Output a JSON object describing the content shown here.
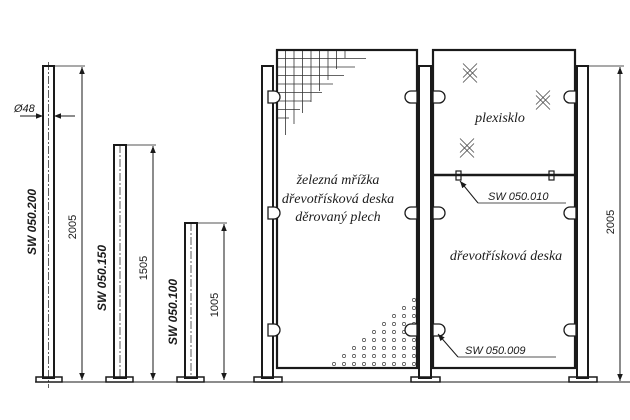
{
  "posts": [
    {
      "code": "SW 050.200",
      "height": "2005"
    },
    {
      "code": "SW 050.150",
      "height": "1505"
    },
    {
      "code": "SW 050.100",
      "height": "1005"
    }
  ],
  "diameter_label": "Ø48",
  "panels": {
    "left_labels": [
      "železná mřížka",
      "dřevotřísková deska",
      "děrovaný plech"
    ],
    "right_top_label": "plexisklo",
    "right_bottom_label": "dřevotřísková deska",
    "connector_label": "SW 050.010",
    "clamp_label": "SW 050.009",
    "assembly_height": "2005"
  }
}
